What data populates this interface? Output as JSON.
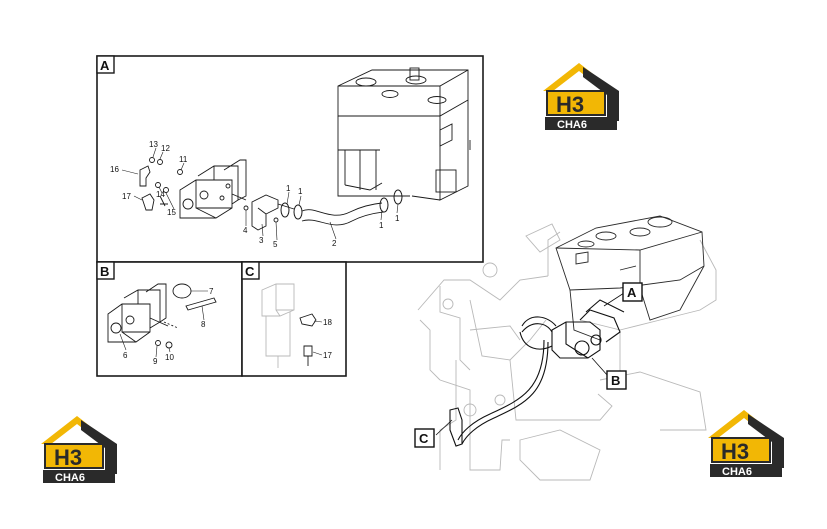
{
  "panels": {
    "a": {
      "letter": "A"
    },
    "b": {
      "letter": "B"
    },
    "c": {
      "letter": "C"
    }
  },
  "callouts": {
    "a": {
      "letter": "A"
    },
    "b": {
      "letter": "B"
    },
    "c": {
      "letter": "C"
    }
  },
  "parts": {
    "p1a": "1",
    "p1b": "1",
    "p1c": "1",
    "p1d": "1",
    "p2": "2",
    "p3": "3",
    "p4": "4",
    "p5": "5",
    "p11": "11",
    "p12": "12",
    "p13": "13",
    "p14": "14",
    "p15": "15",
    "p16": "16",
    "p17a": "17",
    "p6": "6",
    "p7": "7",
    "p8": "8",
    "p9": "9",
    "p10": "10",
    "p17b": "17",
    "p18": "18"
  },
  "logo": {
    "mark": "H3",
    "brand": "CHA6"
  },
  "colors": {
    "logo_yellow": "#f2b705",
    "logo_dark": "#2a2a2a",
    "line": "#1a1a1a",
    "ghost_line": "#b9b9b9"
  }
}
